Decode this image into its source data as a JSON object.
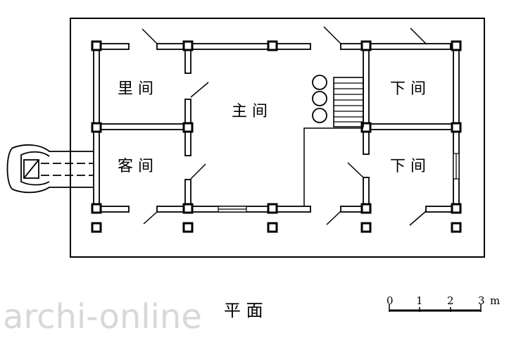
{
  "rooms": {
    "li_jian": "里 间",
    "zhu_jian": "主 间",
    "ke_jian": "客 间",
    "xia_jian_upper": "下 间",
    "xia_jian_lower": "下 间"
  },
  "caption": "平   面",
  "scale_bar": {
    "ticks": [
      "0",
      "1",
      "2",
      "3"
    ],
    "unit": "m"
  },
  "watermark": "archi-online"
}
